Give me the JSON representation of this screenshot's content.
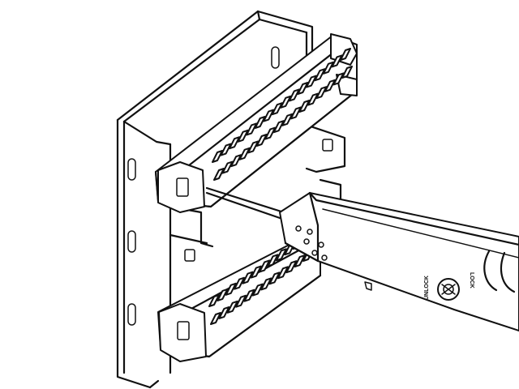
{
  "diagram": {
    "tool": {
      "unlock_label": "UNLOCK",
      "lock_label": "LOCK"
    },
    "blocks": {
      "upper_pair_count": 16,
      "lower_pair_count": 12
    }
  }
}
